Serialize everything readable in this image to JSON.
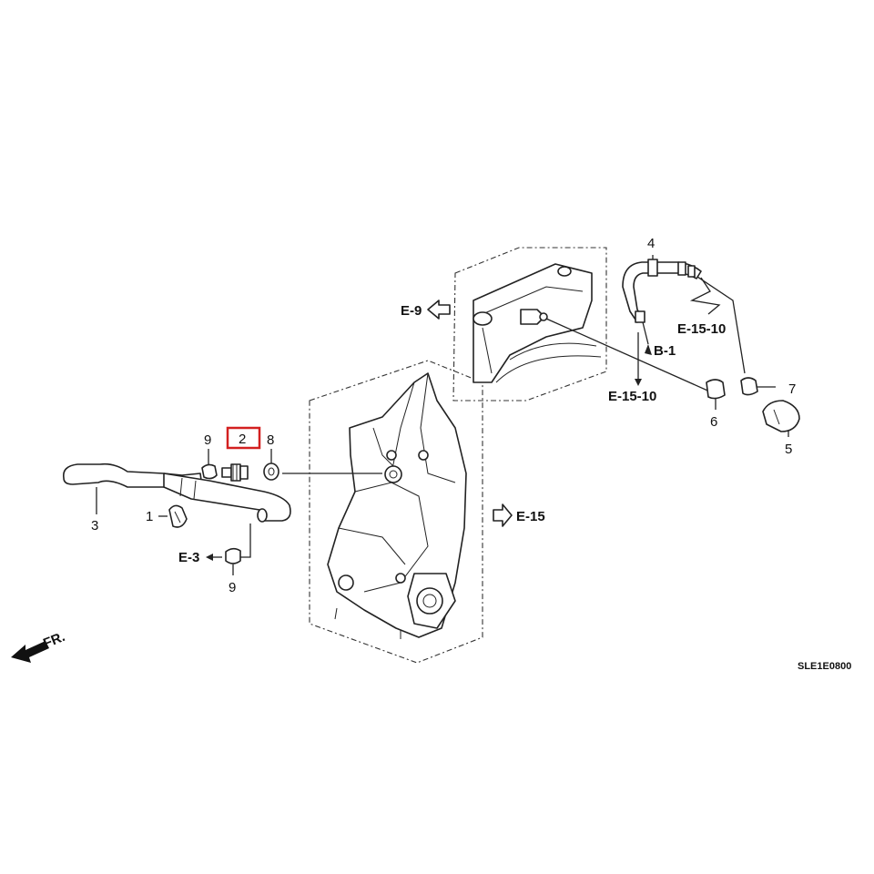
{
  "callouts": {
    "c1": "1",
    "c2": "2",
    "c3": "3",
    "c4": "4",
    "c5": "5",
    "c6": "6",
    "c7": "7",
    "c8": "8",
    "c9a": "9",
    "c9b": "9"
  },
  "references": {
    "e9": "E-9",
    "e15": "E-15",
    "e3": "E-3",
    "b1": "B-1",
    "e1510a": "E-15-10",
    "e1510b": "E-15-10",
    "fr": "FR."
  },
  "diagram_code": "SLE1E0800",
  "highlight_color": "#d32020"
}
